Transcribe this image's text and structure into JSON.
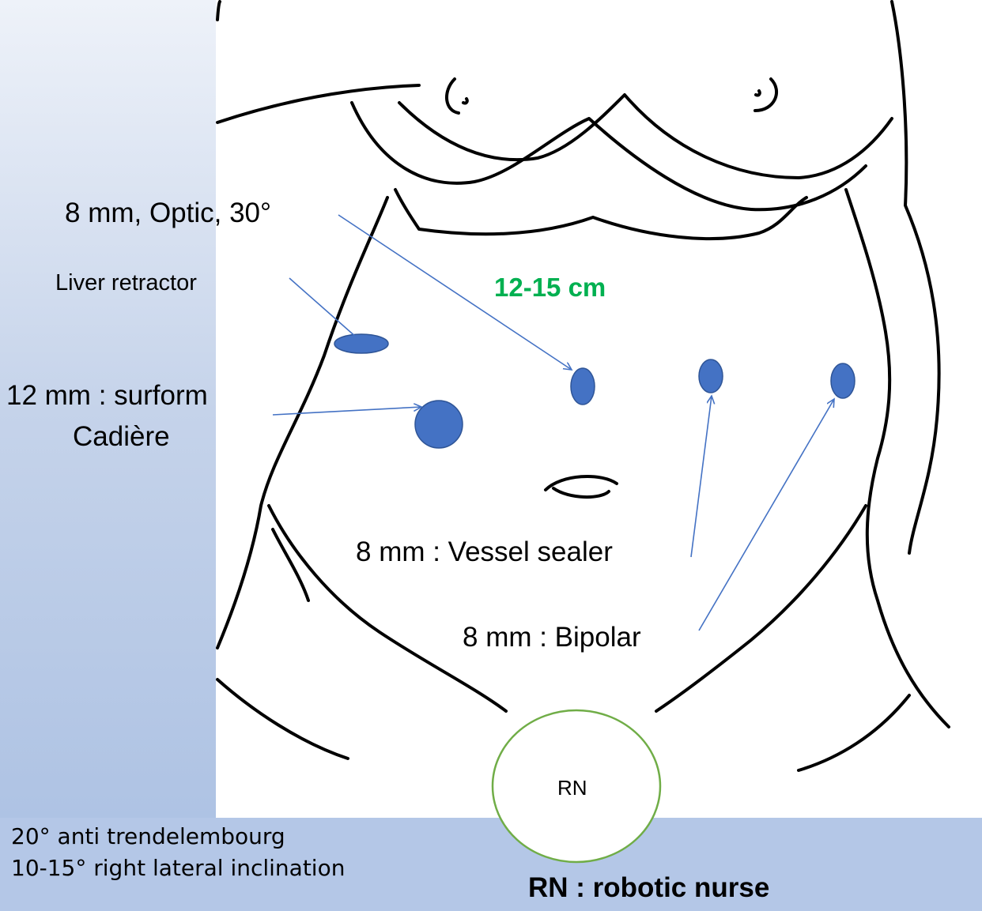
{
  "labels": {
    "optic": "8 mm, Optic, 30°",
    "liver_retractor": "Liver retractor",
    "distance": "12-15 cm",
    "surform_line1": "12 mm : surform",
    "surform_line2": "Cadière",
    "vessel_sealer": "8 mm : Vessel sealer",
    "bipolar": "8 mm : Bipolar",
    "rn_circle": "RN"
  },
  "notes": {
    "line1": "20° anti trendelembourg",
    "line2": "10-15° right lateral inclination"
  },
  "legend": {
    "rn": "RN : robotic nurse"
  },
  "colors": {
    "port_fill": "#4472c4",
    "arrow": "#4472c4",
    "distance_text": "#00b050",
    "rn_circle_border": "#70ad47",
    "line_art": "#000000"
  }
}
